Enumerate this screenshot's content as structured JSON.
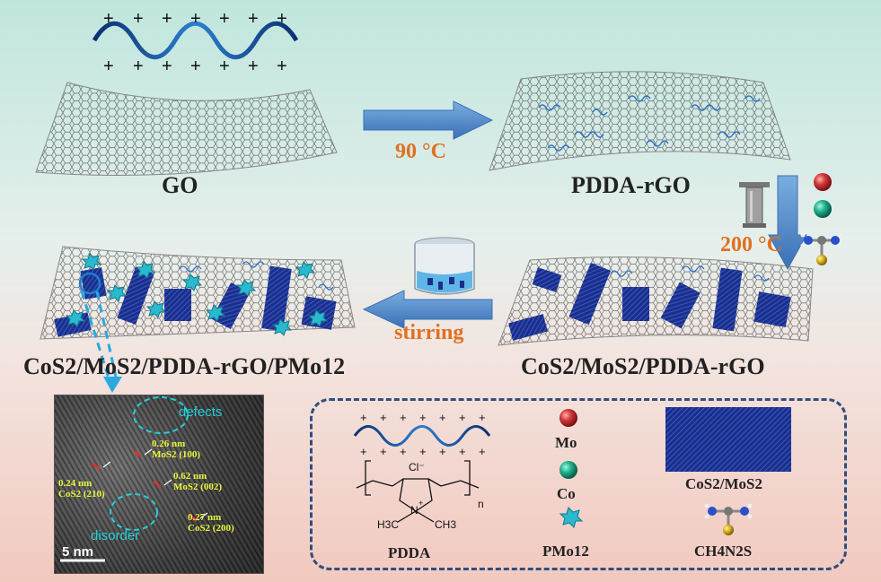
{
  "labels": {
    "go": "GO",
    "pdda_rgo": "PDDA-rGO",
    "cos2_mos2_pdda_rgo": "CoS2/MoS2/PDDA-rGO",
    "cos2_mos2_pdda_rgo_pmo12": "CoS2/MoS2/PDDA-rGO/PMo12"
  },
  "conditions": {
    "step1": "90 °C",
    "step2": "200 °C",
    "step3": "stirring"
  },
  "tem": {
    "defects": "defects",
    "disorder": "disorder",
    "d1": "0.26 nm",
    "d1_plane": "MoS2 (100)",
    "d2": "0.62 nm",
    "d2_plane": "MoS2 (002)",
    "d3": "0.24 nm",
    "d3_plane": "CoS2 (210)",
    "d4": "0.27 nm",
    "d4_plane": "CoS2 (200)",
    "scale": "5 nm"
  },
  "legend": {
    "pdda": "PDDA",
    "mo": "Mo",
    "co": "Co",
    "pmo12": "PMo12",
    "cos2_mos2": "CoS2/MoS2",
    "thiourea": "CH4N2S",
    "chloride": "Cl⁻",
    "n_sub": "n",
    "nitrogen": "N",
    "plus": "+",
    "methyl_left": "H3C",
    "methyl_right": "CH3"
  },
  "colors": {
    "arrow": "#4f86c6",
    "condition_text": "#e07020",
    "mo_sphere": "#d23a3a",
    "co_sphere": "#1fb592",
    "nanosheet": "#1a2f8a",
    "pmo12": "#2ab9cf",
    "wave": "#1f5fa8",
    "legend_border": "#2f4f7f"
  }
}
